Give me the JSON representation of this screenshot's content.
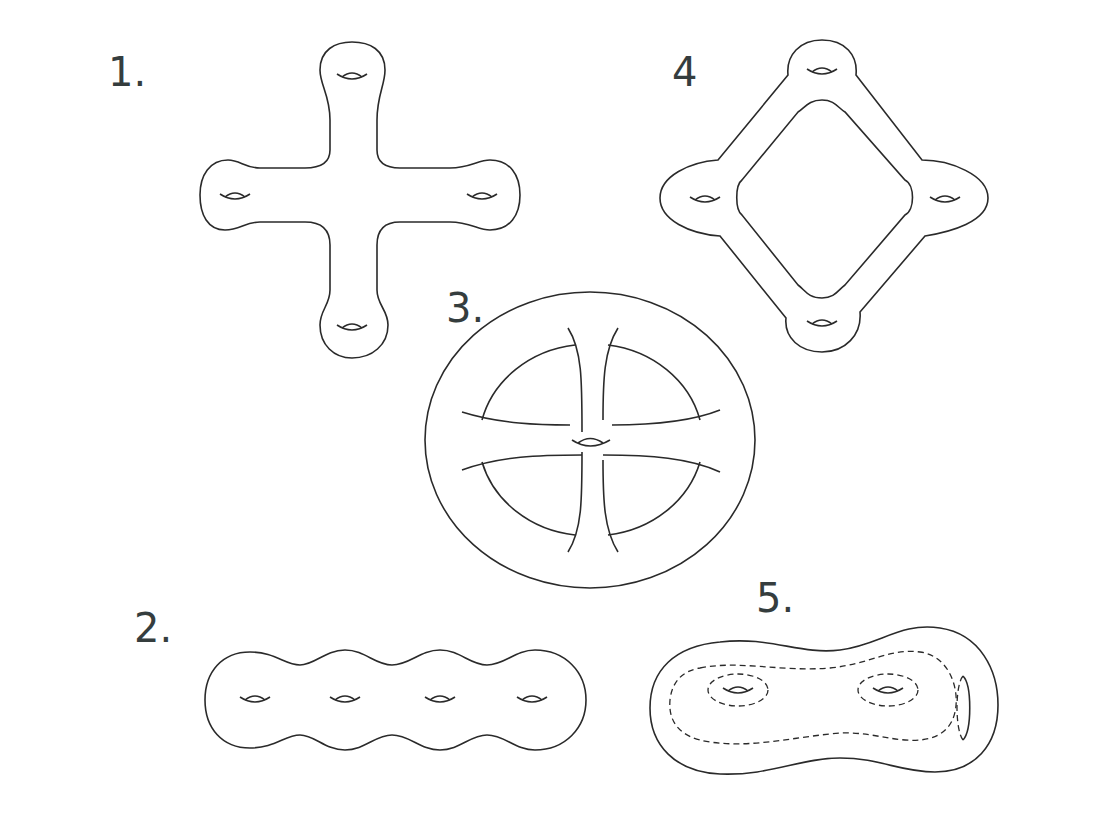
{
  "diagram": {
    "labels": [
      "1.",
      "4",
      "3.",
      "2.",
      "5."
    ]
  }
}
